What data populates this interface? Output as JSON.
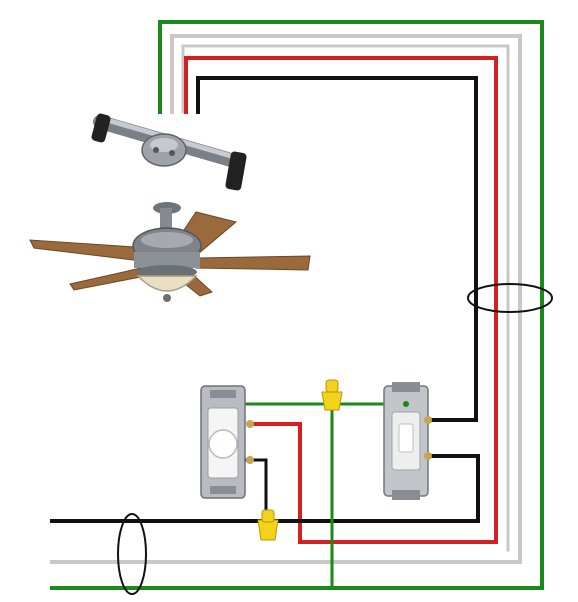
{
  "diagram": {
    "type": "wiring-diagram",
    "colors": {
      "ground": "#1a8a1a",
      "neutral": "#c8c8c8",
      "hot_fan": "#d42020",
      "hot_light": "#111111",
      "wire_nut": "#f2d21a",
      "fan_blade": "#9a6a3c",
      "metal": "#8e929a"
    },
    "components": {
      "fan_brace": "ceiling-fan-brace-bar",
      "ceiling_fan": "ceiling-fan-with-light-kit",
      "dimmer": "rotary-dimmer-switch",
      "toggle": "single-pole-toggle-switch",
      "wire_nut_ground": "yellow-wire-nut",
      "wire_nut_hot": "yellow-wire-nut",
      "cable_sheath_upper": "cable-bundle-marker",
      "cable_sheath_lower": "cable-bundle-marker"
    }
  }
}
